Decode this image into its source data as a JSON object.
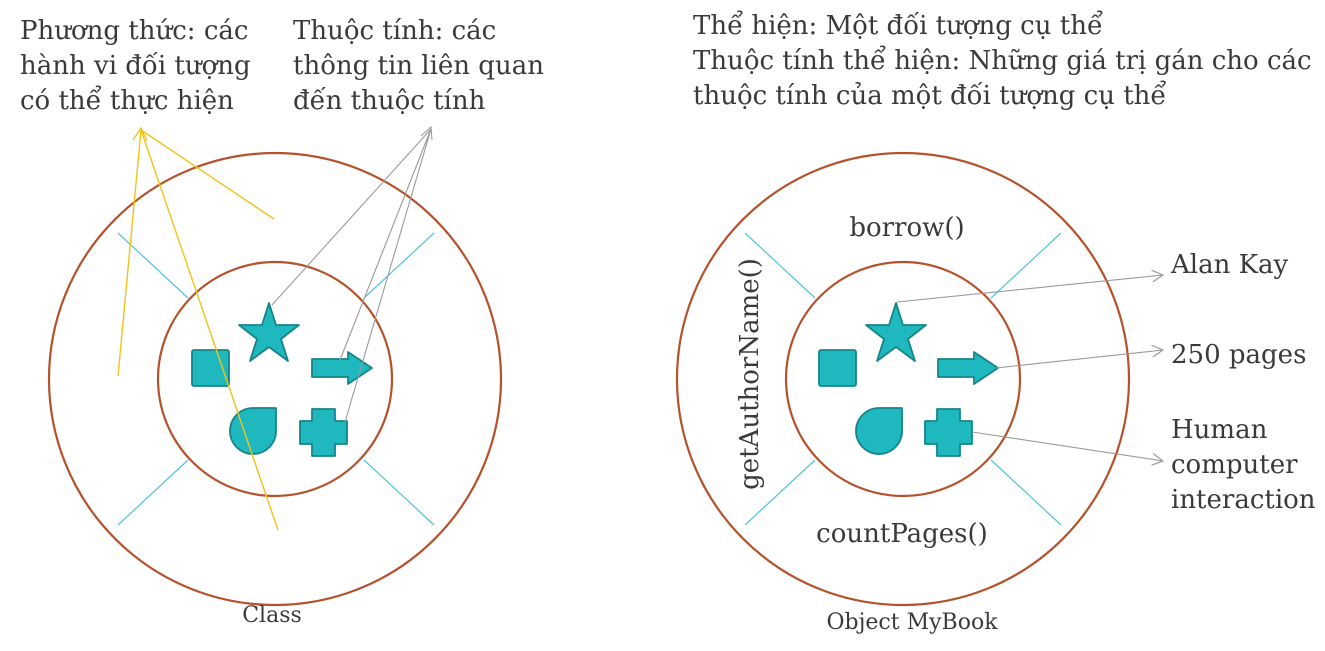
{
  "class_diagram": {
    "methods_note": [
      "Phương thức: các",
      "hành vi đối tượng",
      "có thể thực hiện"
    ],
    "attributes_note": [
      "Thuộc tính: các",
      "thông tin liên quan",
      "đến thuộc tính"
    ],
    "caption": "Class"
  },
  "object_diagram": {
    "instance_note": [
      "Thể hiện: Một đối tượng cụ thể",
      "Thuộc tính thể hiện: Những giá trị gán cho các",
      "thuộc tính của một đối tượng cụ thể"
    ],
    "method_top": "borrow()",
    "method_left": "getAuthorName()",
    "method_bottom": "countPages()",
    "attribute_values": {
      "author": "Alan Kay",
      "pages": "250 pages",
      "title": [
        "Human",
        "computer",
        "interaction"
      ]
    },
    "caption": "Object MyBook"
  },
  "colors": {
    "ring": "#b5522c",
    "spoke": "#4fc3d9",
    "shape_fill": "#1fb8be",
    "shape_stroke": "#14858a",
    "method_pointer": "#f0c419",
    "attribute_pointer": "#9a9a9a"
  }
}
